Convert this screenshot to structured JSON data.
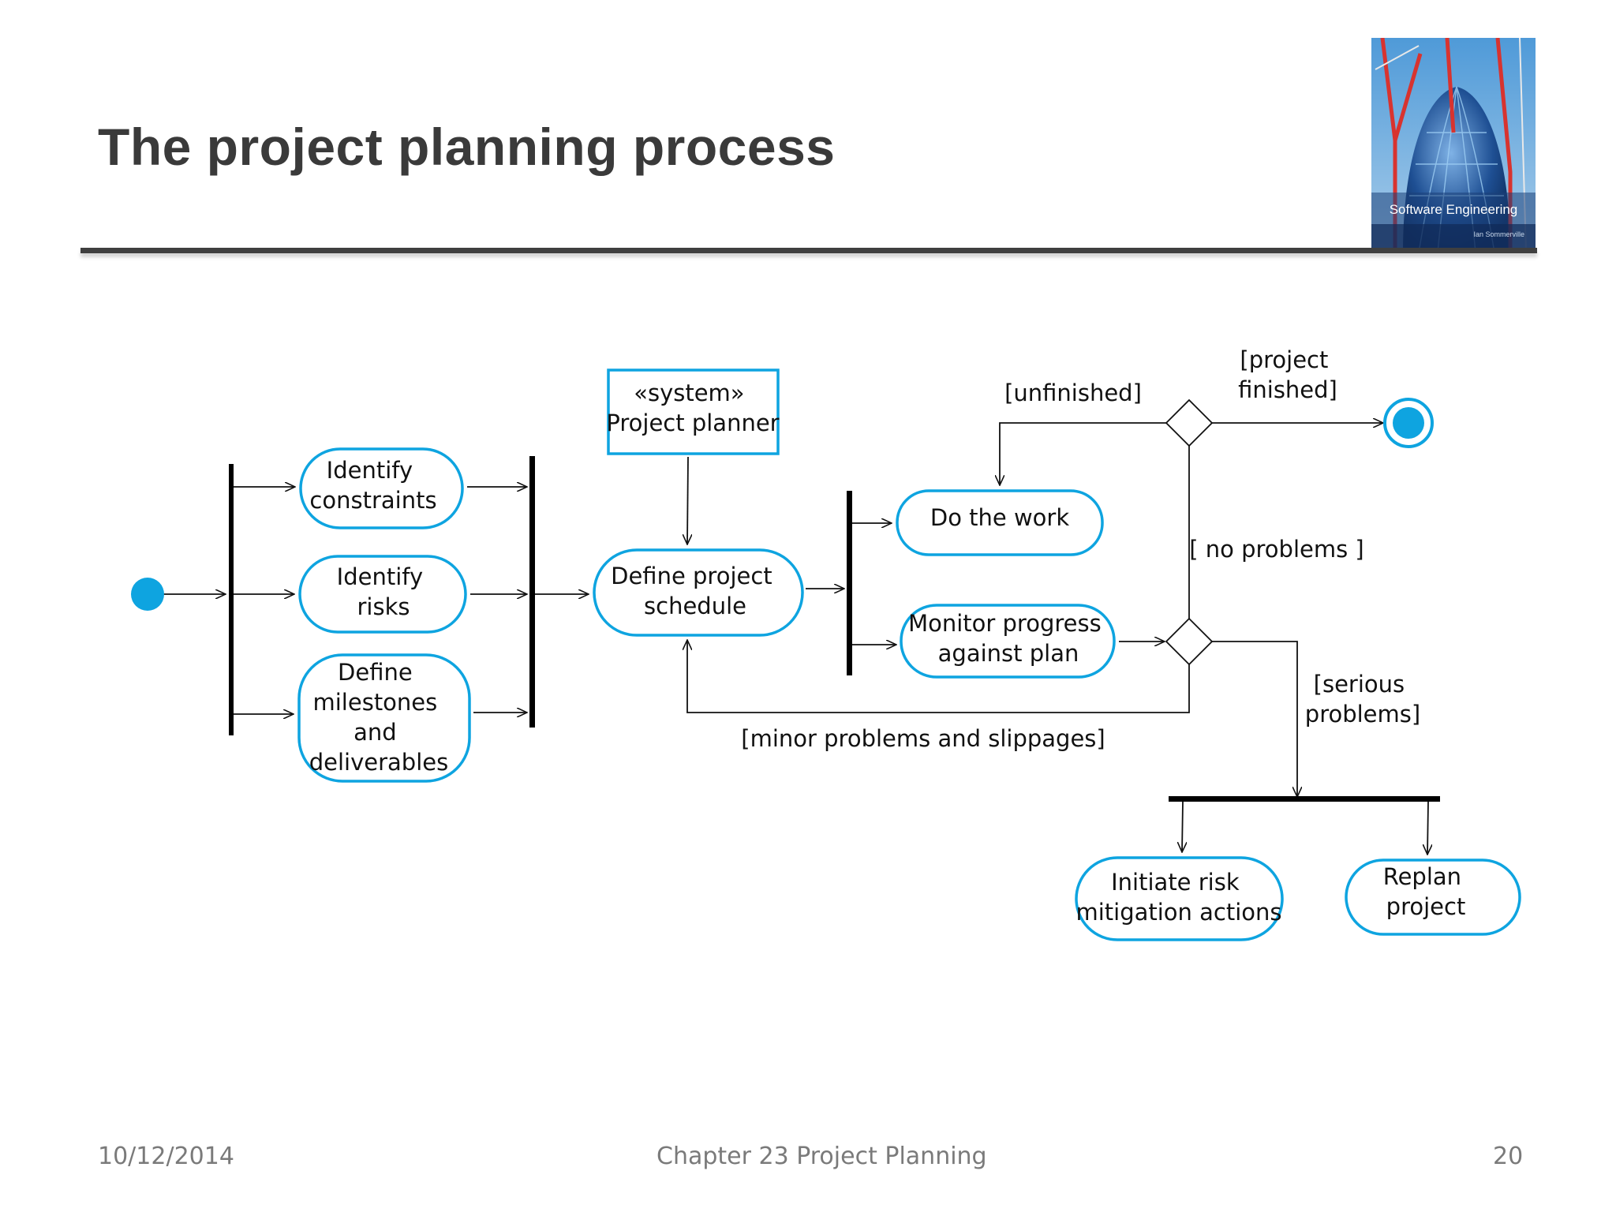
{
  "slide": {
    "title": "The project planning process",
    "cover": {
      "title": "Software Engineering",
      "author": "Ian Sommerville"
    },
    "footer": {
      "date": "10/12/2014",
      "chapter": "Chapter 23 Project Planning",
      "page": "20"
    }
  },
  "diagram": {
    "accent": "#0ea4e0",
    "nodes": {
      "identify_constraints": [
        "Identify",
        "constraints"
      ],
      "identify_risks": [
        "Identify",
        "risks"
      ],
      "define_milestones": [
        "Define",
        "milestones",
        "and",
        "deliverables"
      ],
      "system_planner": [
        "«system»",
        "Project planner"
      ],
      "define_schedule": [
        "Define project",
        "schedule"
      ],
      "do_work": [
        "Do the work"
      ],
      "monitor_progress": [
        "Monitor progress",
        "against plan"
      ],
      "initiate_risk": [
        "Initiate risk",
        "mitigation actions"
      ],
      "replan": [
        "Replan",
        "project"
      ]
    },
    "guards": {
      "unfinished": [
        "[unfinished]"
      ],
      "project_finished": [
        "[project",
        "finished]"
      ],
      "no_problems": [
        "[ no problems ]"
      ],
      "serious_problems": [
        "[serious",
        "problems]"
      ],
      "minor_problems": [
        "[minor problems and slippages]"
      ]
    }
  }
}
